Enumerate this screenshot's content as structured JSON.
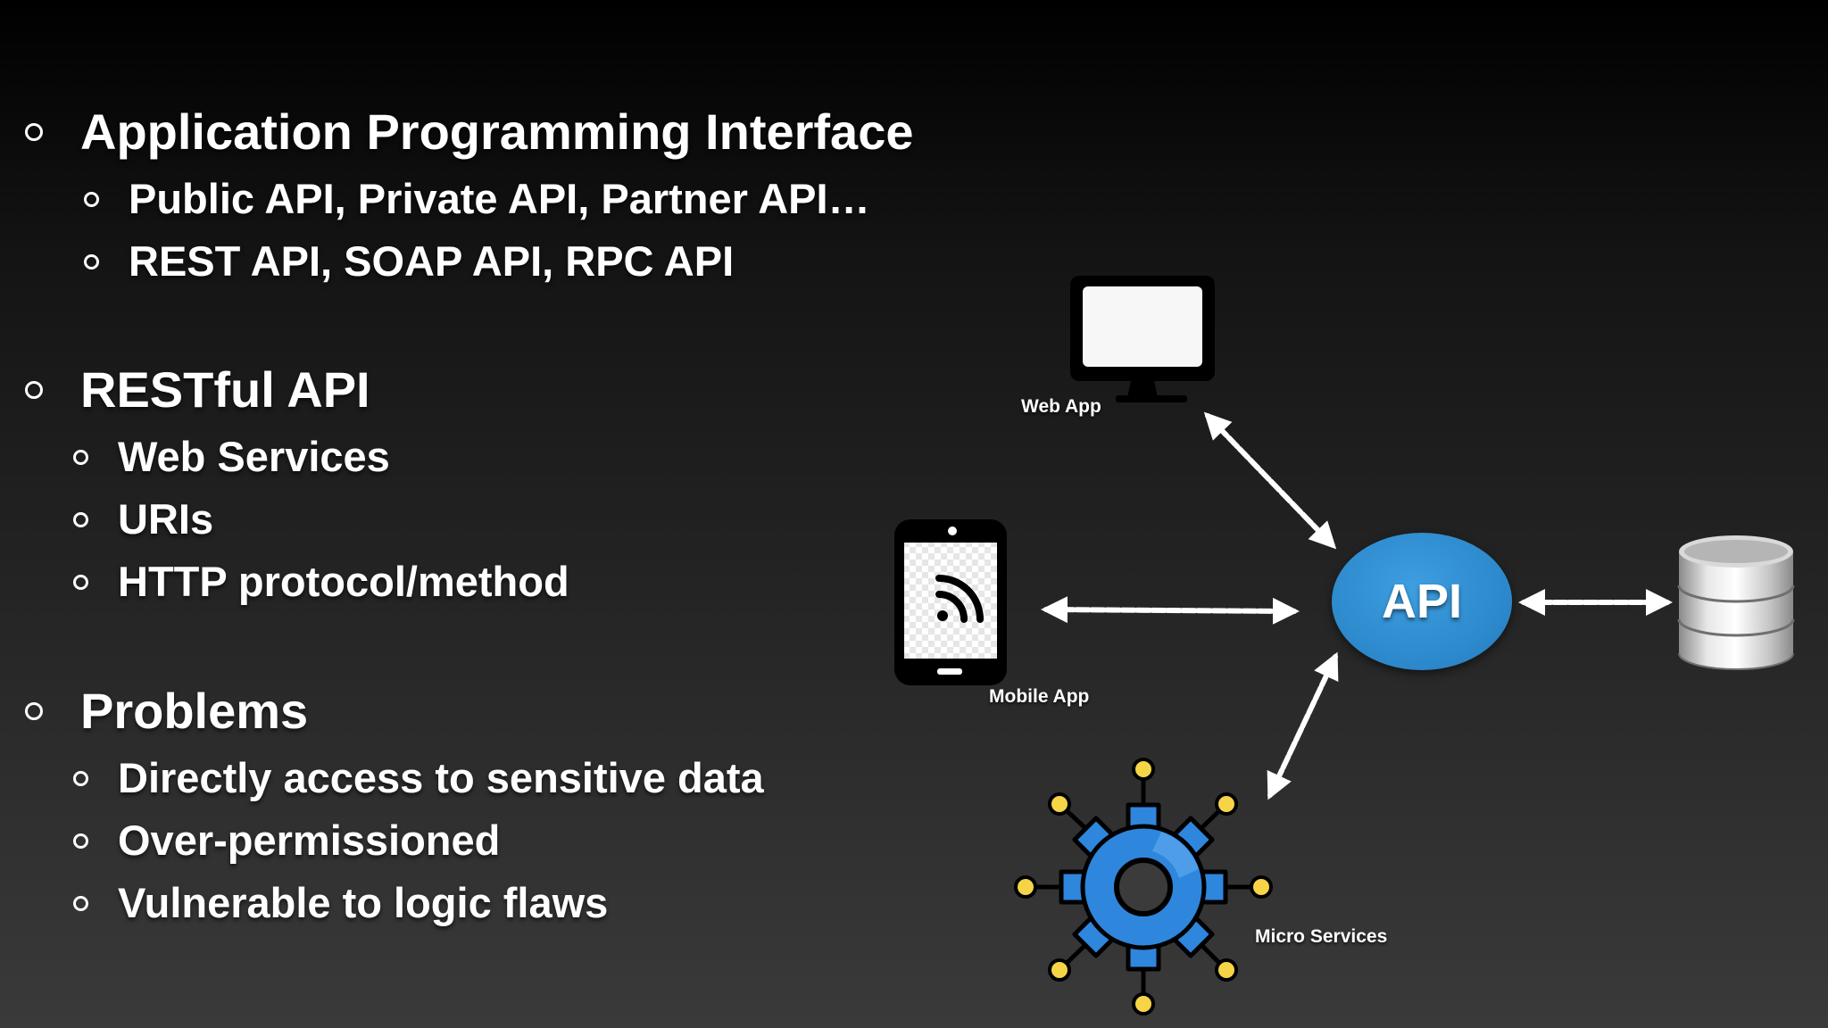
{
  "bullets": {
    "section1": {
      "title": "Application Programming Interface",
      "items": [
        "Public API, Private API, Partner API…",
        "REST API, SOAP API, RPC API"
      ]
    },
    "section2": {
      "title": "RESTful API",
      "items": [
        "Web Services",
        "URIs",
        "HTTP protocol/method"
      ]
    },
    "section3": {
      "title": "Problems",
      "items": [
        "Directly access to sensitive data",
        "Over-permissioned",
        "Vulnerable to logic flaws"
      ]
    }
  },
  "diagram": {
    "nodes": {
      "web_app": {
        "label": "Web App",
        "icon": "monitor-icon"
      },
      "mobile_app": {
        "label": "Mobile App",
        "icon": "smartphone-icon"
      },
      "micro_services": {
        "label": "Micro Services",
        "icon": "gear-icon"
      },
      "api": {
        "label": "API"
      },
      "database": {
        "icon": "database-icon"
      }
    },
    "edges": [
      {
        "from": "web_app",
        "to": "api",
        "direction": "bidirectional"
      },
      {
        "from": "mobile_app",
        "to": "api",
        "direction": "bidirectional"
      },
      {
        "from": "micro_services",
        "to": "api",
        "direction": "bidirectional"
      },
      {
        "from": "api",
        "to": "database",
        "direction": "bidirectional"
      }
    ]
  },
  "colors": {
    "api_fill": "#2b87c9",
    "gear_fill": "#2f86dd",
    "node_dot": "#f5d547"
  }
}
